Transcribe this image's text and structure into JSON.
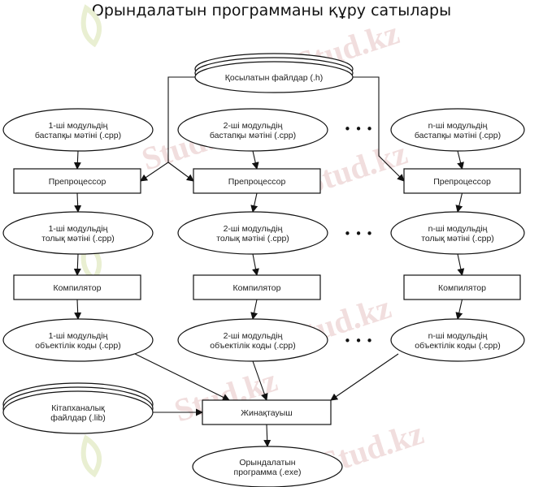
{
  "title": "Орындалатын программаны құру сатылары",
  "watermark": "Stud.kz",
  "ellipsis": "• • •",
  "colors": {
    "stroke": "#111111",
    "text": "#222222",
    "watermark": "#f1dede",
    "logo": "#e9efd2"
  },
  "nodes": {
    "headers": {
      "label": [
        "Қосылатын файлдар (.h)"
      ]
    },
    "src1": {
      "label": [
        "1-ші модульдің",
        "бастапқы мәтіні (.cpp)"
      ]
    },
    "src2": {
      "label": [
        "2-ші модульдің",
        "бастапқы мәтіні (.cpp)"
      ]
    },
    "srcn": {
      "label": [
        "n-ші модульдің",
        "бастапқы мәтіні (.cpp)"
      ]
    },
    "pre1": {
      "label": [
        "Препроцессор"
      ]
    },
    "pre2": {
      "label": [
        "Препроцессор"
      ]
    },
    "pren": {
      "label": [
        "Препроцессор"
      ]
    },
    "full1": {
      "label": [
        "1-ші модульдің",
        "толық мәтіні (.cpp)"
      ]
    },
    "full2": {
      "label": [
        "2-ші модульдің",
        "толық мәтіні (.cpp)"
      ]
    },
    "fulln": {
      "label": [
        "n-ші модульдің",
        "толық мәтіні (.cpp)"
      ]
    },
    "comp1": {
      "label": [
        "Компилятор"
      ]
    },
    "comp2": {
      "label": [
        "Компилятор"
      ]
    },
    "compn": {
      "label": [
        "Компилятор"
      ]
    },
    "obj1": {
      "label": [
        "1-ші модульдің",
        "объектілік коды (.cpp)"
      ]
    },
    "obj2": {
      "label": [
        "2-ші модульдің",
        "объектілік коды (.cpp)"
      ]
    },
    "objn": {
      "label": [
        "n-ші модульдің",
        "объектілік коды (.cpp)"
      ]
    },
    "libs": {
      "label": [
        "Кітапханалық",
        "файлдар (.lib)"
      ]
    },
    "linker": {
      "label": [
        "Жинақтауыш"
      ]
    },
    "exe": {
      "label": [
        "Орындалатын",
        "программа (.exe)"
      ]
    }
  },
  "edges": [
    [
      "headers",
      "pre1"
    ],
    [
      "headers",
      "pre2"
    ],
    [
      "headers",
      "pren"
    ],
    [
      "src1",
      "pre1"
    ],
    [
      "src2",
      "pre2"
    ],
    [
      "srcn",
      "pren"
    ],
    [
      "pre1",
      "full1"
    ],
    [
      "pre2",
      "full2"
    ],
    [
      "pren",
      "fulln"
    ],
    [
      "full1",
      "comp1"
    ],
    [
      "full2",
      "comp2"
    ],
    [
      "fulln",
      "compn"
    ],
    [
      "comp1",
      "obj1"
    ],
    [
      "comp2",
      "obj2"
    ],
    [
      "compn",
      "objn"
    ],
    [
      "obj1",
      "linker"
    ],
    [
      "obj2",
      "linker"
    ],
    [
      "objn",
      "linker"
    ],
    [
      "libs",
      "linker"
    ],
    [
      "linker",
      "exe"
    ]
  ]
}
